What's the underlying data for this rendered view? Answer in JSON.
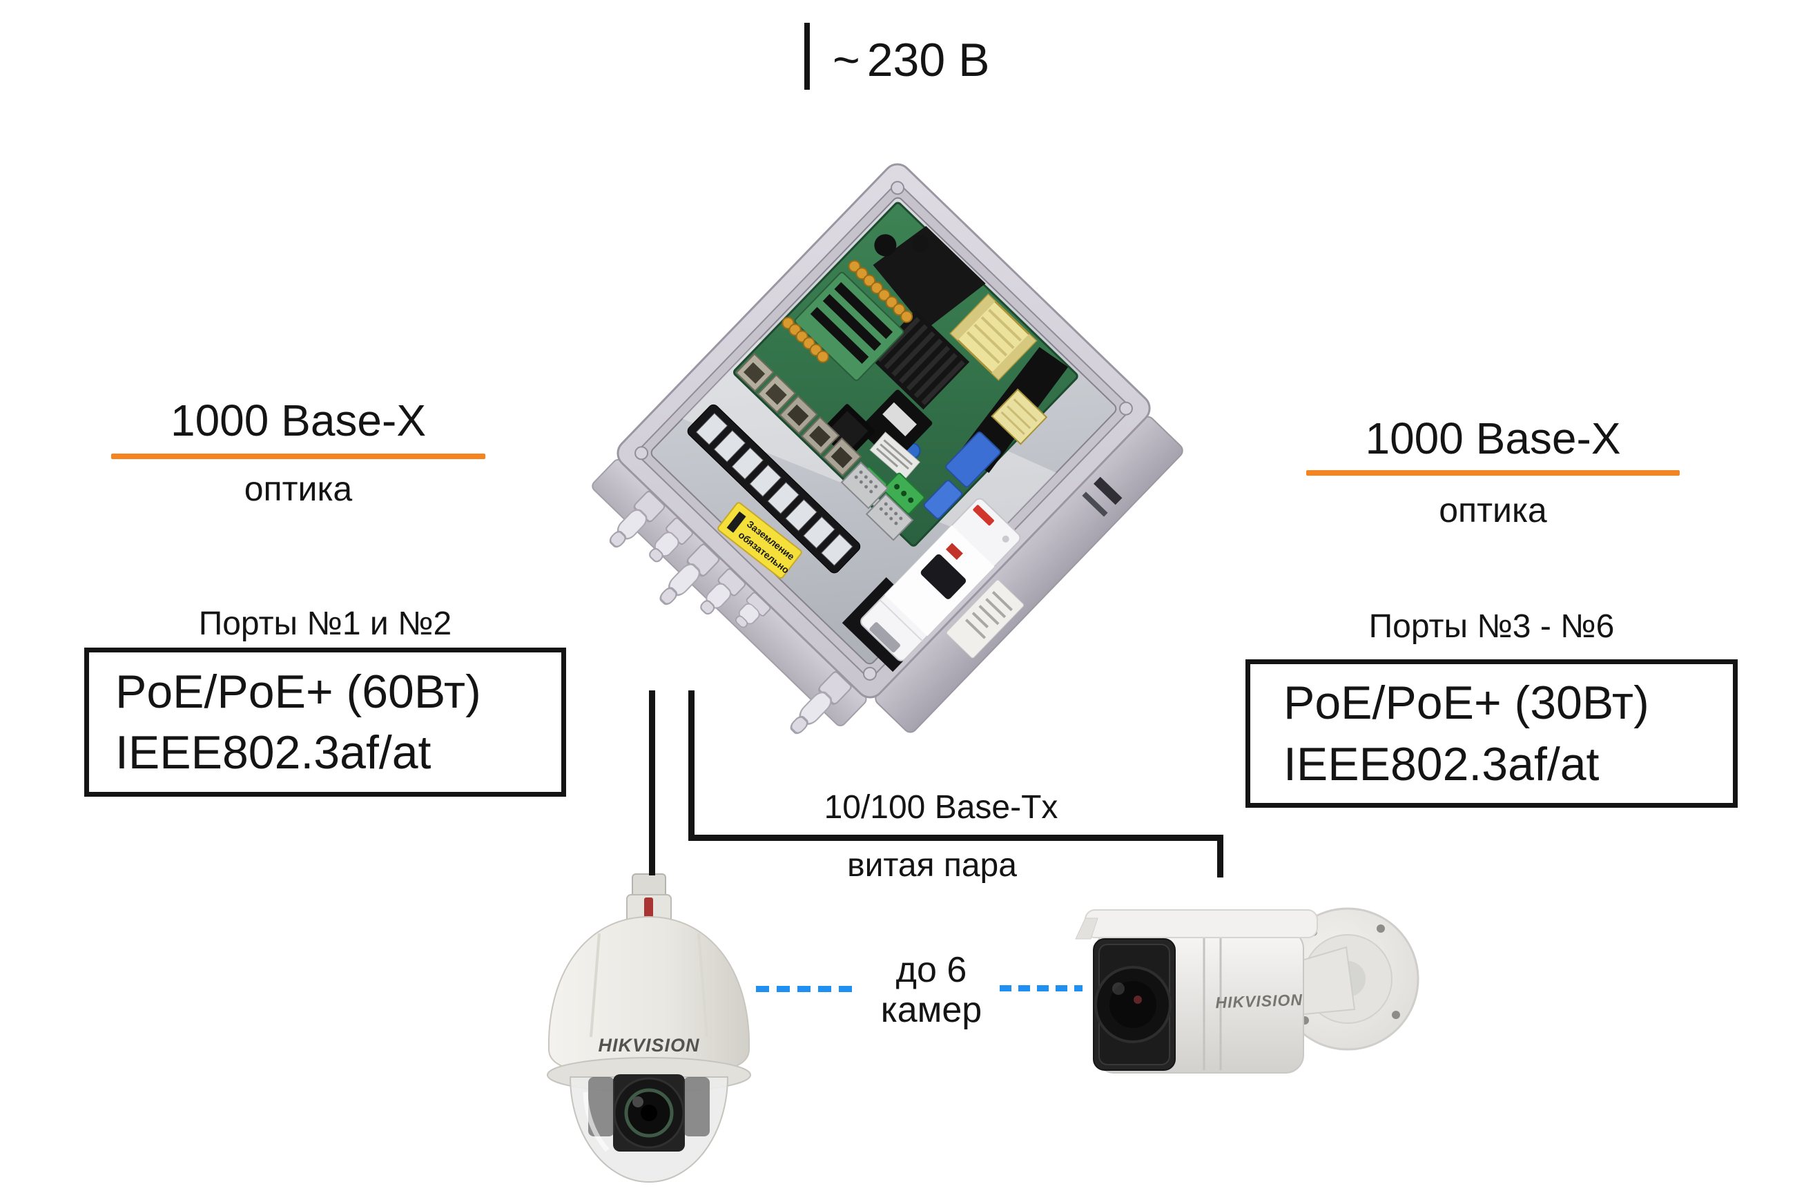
{
  "colors": {
    "accent_orange": "#F5831F",
    "dashed_blue": "#1F8FF2",
    "line_black": "#141414"
  },
  "power": {
    "symbol": "~",
    "value": "230 В"
  },
  "fiber_left": {
    "title": "1000 Base-X",
    "subtitle": "оптика"
  },
  "fiber_right": {
    "title": "1000 Base-X",
    "subtitle": "оптика"
  },
  "ports_left": {
    "heading": "Порты №1 и №2",
    "line1": "PoE/PoE+ (60Вт)",
    "line2": "IEEE802.3af/at"
  },
  "ports_right": {
    "heading": "Порты №3 - №6",
    "line1": "PoE/PoE+ (30Вт)",
    "line2": "IEEE802.3af/at"
  },
  "downlink": {
    "title": "10/100 Base-Tx",
    "subtitle": "витая пара"
  },
  "cameras_note": {
    "line1": "до 6",
    "line2": "камер"
  },
  "switch_unit": {
    "warning_line1": "Заземление",
    "warning_line2": "обязательно"
  },
  "dome_camera": {
    "brand": "HIKVISION"
  },
  "bullet_camera": {
    "brand": "HIKVISION"
  }
}
